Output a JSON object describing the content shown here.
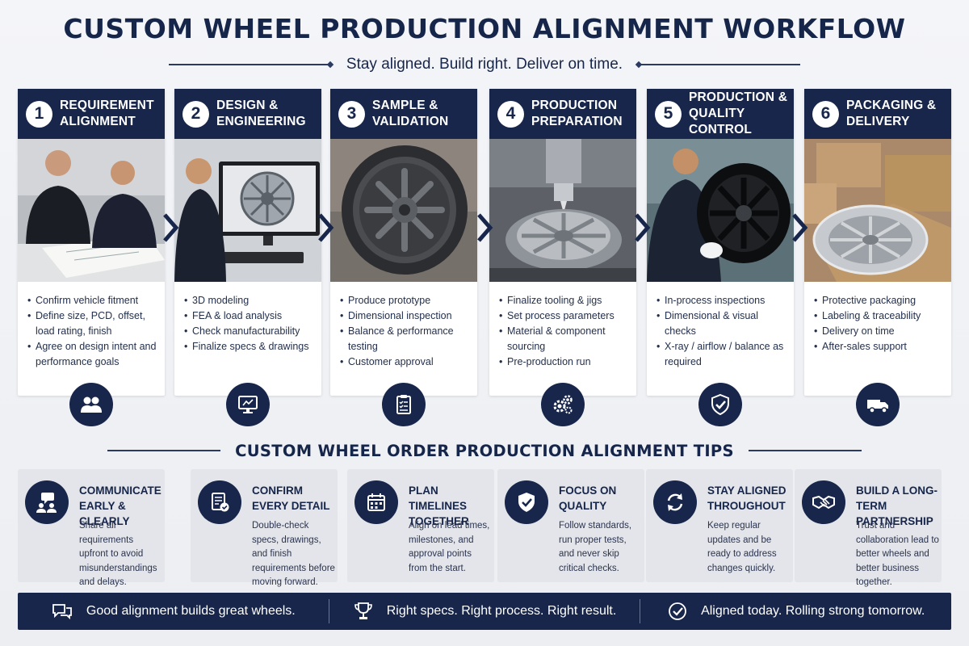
{
  "header": {
    "title": "CUSTOM WHEEL PRODUCTION ALIGNMENT WORKFLOW",
    "subtitle": "Stay aligned. Build right. Deliver on time."
  },
  "steps": [
    {
      "num": "1",
      "title_l1": "REQUIREMENT",
      "title_l2": "ALIGNMENT",
      "items": [
        "Confirm vehicle fitment",
        "Define size, PCD, offset, load rating, finish",
        "Agree on design intent and performance goals"
      ],
      "icon": "team-icon"
    },
    {
      "num": "2",
      "title_l1": "DESIGN &",
      "title_l2": "ENGINEERING",
      "items": [
        "3D modeling",
        "FEA & load analysis",
        "Check manufacturability",
        "Finalize specs & drawings"
      ],
      "icon": "monitor-icon"
    },
    {
      "num": "3",
      "title_l1": "SAMPLE &",
      "title_l2": "VALIDATION",
      "items": [
        "Produce prototype",
        "Dimensional inspection",
        "Balance & performance testing",
        "Customer approval"
      ],
      "icon": "clipboard-icon"
    },
    {
      "num": "4",
      "title_l1": "PRODUCTION",
      "title_l2": "PREPARATION",
      "items": [
        "Finalize tooling & jigs",
        "Set process parameters",
        "Material & component sourcing",
        "Pre-production run"
      ],
      "icon": "gears-icon"
    },
    {
      "num": "5",
      "title_l1": "PRODUCTION &",
      "title_l2": "QUALITY CONTROL",
      "items": [
        "In-process inspections",
        "Dimensional & visual checks",
        "X-ray / airflow / balance as required"
      ],
      "icon": "shield-check-icon"
    },
    {
      "num": "6",
      "title_l1": "PACKAGING &",
      "title_l2": "DELIVERY",
      "items": [
        "Protective packaging",
        "Labeling & traceability",
        "Delivery on time",
        "After-sales support"
      ],
      "icon": "truck-icon"
    }
  ],
  "tips_header": "CUSTOM WHEEL ORDER PRODUCTION ALIGNMENT TIPS",
  "tips": [
    {
      "title": "COMMUNICATE EARLY & CLEARLY",
      "desc": "Share all requirements upfront to avoid misunderstandings and delays.",
      "icon": "chat-people-icon"
    },
    {
      "title": "CONFIRM EVERY DETAIL",
      "desc": "Double-check specs, drawings, and finish requirements before moving forward.",
      "icon": "checklist-icon"
    },
    {
      "title": "PLAN TIMELINES TOGETHER",
      "desc": "Align on lead times, milestones, and approval points from the start.",
      "icon": "calendar-icon"
    },
    {
      "title": "FOCUS ON QUALITY",
      "desc": "Follow standards, run proper tests, and never skip critical checks.",
      "icon": "quality-shield-icon"
    },
    {
      "title": "STAY ALIGNED THROUGHOUT",
      "desc": "Keep regular updates and be ready to address changes quickly.",
      "icon": "sync-icon"
    },
    {
      "title": "BUILD A LONG-TERM PARTNERSHIP",
      "desc": "Trust and collaboration lead to better wheels and better business together.",
      "icon": "handshake-icon"
    }
  ],
  "footer": [
    {
      "text": "Good alignment builds great wheels.",
      "icon": "speech-bubbles-icon"
    },
    {
      "text": "Right specs. Right process. Right result.",
      "icon": "trophy-icon"
    },
    {
      "text": "Aligned today. Rolling strong tomorrow.",
      "icon": "check-circle-icon"
    }
  ],
  "colors": {
    "navy": "#17264a",
    "card": "#ffffff",
    "tip_bg": "#e3e5ea"
  }
}
